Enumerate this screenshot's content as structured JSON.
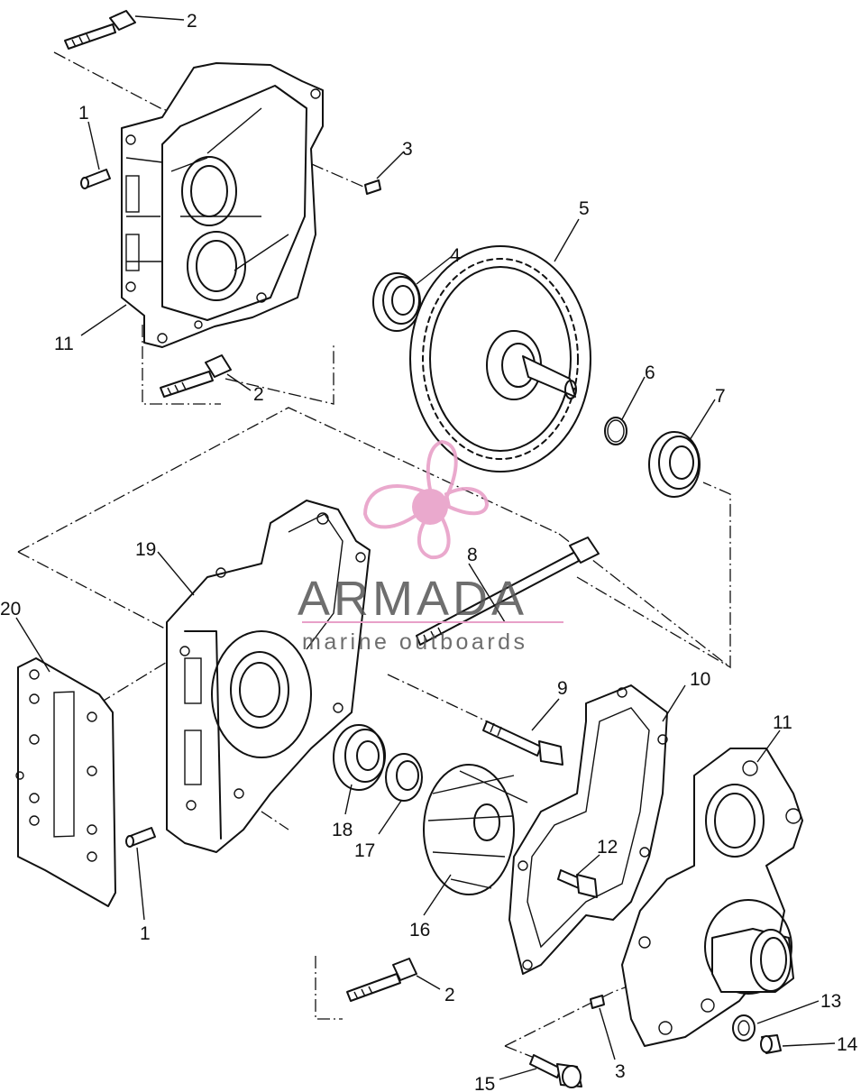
{
  "watermark": {
    "title": "ARMADA",
    "subtitle": "marine outboards",
    "logo_icon": "propeller-logo-icon",
    "logo_color": "#e8a0c8"
  },
  "callouts": [
    {
      "id": "c2a",
      "label": "2"
    },
    {
      "id": "c1a",
      "label": "1"
    },
    {
      "id": "c3a",
      "label": "3"
    },
    {
      "id": "c5",
      "label": "5"
    },
    {
      "id": "c4",
      "label": "4"
    },
    {
      "id": "c11a",
      "label": "11"
    },
    {
      "id": "c2b",
      "label": "2"
    },
    {
      "id": "c6",
      "label": "6"
    },
    {
      "id": "c7",
      "label": "7"
    },
    {
      "id": "c8",
      "label": "8"
    },
    {
      "id": "c19",
      "label": "19"
    },
    {
      "id": "c20",
      "label": "20"
    },
    {
      "id": "c9",
      "label": "9"
    },
    {
      "id": "c10",
      "label": "10"
    },
    {
      "id": "c11b",
      "label": "11"
    },
    {
      "id": "c12",
      "label": "12"
    },
    {
      "id": "c18",
      "label": "18"
    },
    {
      "id": "c17",
      "label": "17"
    },
    {
      "id": "c16",
      "label": "16"
    },
    {
      "id": "c1b",
      "label": "1"
    },
    {
      "id": "c2c",
      "label": "2"
    },
    {
      "id": "c13",
      "label": "13"
    },
    {
      "id": "c14",
      "label": "14"
    },
    {
      "id": "c3b",
      "label": "3"
    },
    {
      "id": "c15",
      "label": "15"
    }
  ]
}
